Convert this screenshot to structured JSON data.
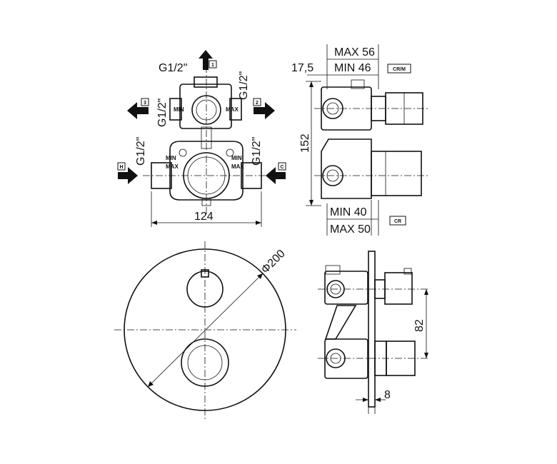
{
  "top_left_view": {
    "port1_label": "1",
    "port2_label": "2",
    "port3_label": "3",
    "hot_label": "H",
    "cold_label": "C",
    "thread_top": "G1/2\"",
    "thread_top_right": "G1/2\"",
    "thread_left": "G1/2\"",
    "thread_lower_left": "G1/2\"",
    "thread_lower_right": "G1/2\"",
    "width_dim": "124",
    "min_left": "MIN",
    "max_left": "MAX",
    "min_right": "MIN",
    "max_right": "MAX"
  },
  "top_right_view": {
    "dim_17_5": "17,5",
    "max_56": "MAX 56",
    "min_46": "MIN 46",
    "tag_crm": "CR/M",
    "height_152": "152",
    "min_40": "MIN 40",
    "max_50": "MAX 50",
    "tag_cr": "CR"
  },
  "bottom_left_view": {
    "diameter": "Φ200"
  },
  "bottom_right_view": {
    "dim_82": "82",
    "dim_8": "8"
  },
  "colors": {
    "line": "#111111",
    "background": "#ffffff"
  }
}
